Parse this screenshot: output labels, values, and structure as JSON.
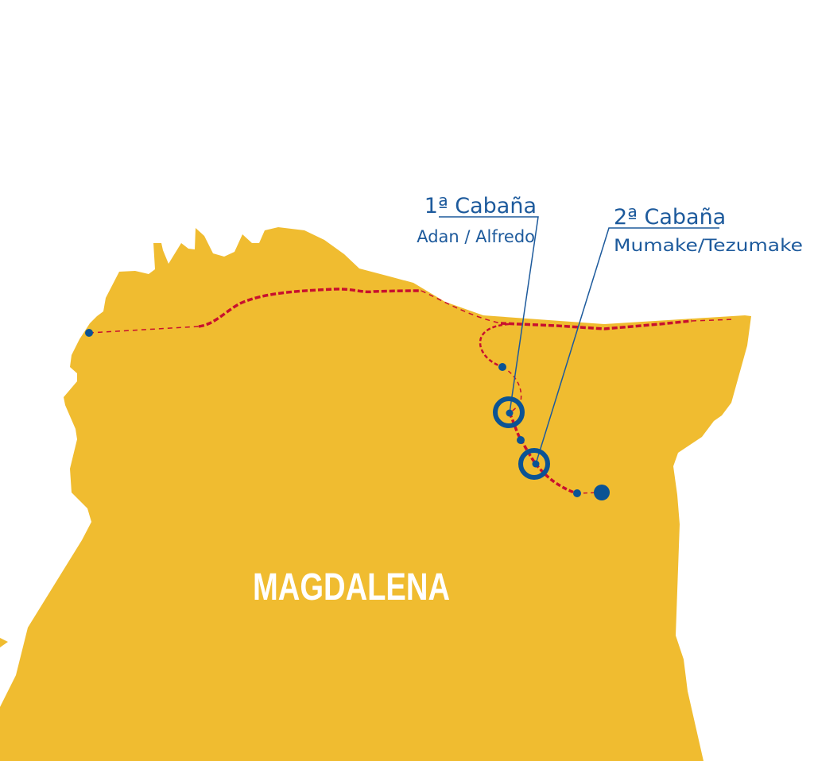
{
  "colors": {
    "land": "#f0bc30",
    "route": "#c8102e",
    "marker": "#0b5394",
    "label": "#1d5a9c",
    "region_text": "#ffffff"
  },
  "region_label": "MAGDALENA",
  "huts": [
    {
      "title": "1ª Cabaña",
      "names": "Adan / Alfredo"
    },
    {
      "title": "2ª Cabaña",
      "names": "Mumake/Tezumake"
    }
  ]
}
